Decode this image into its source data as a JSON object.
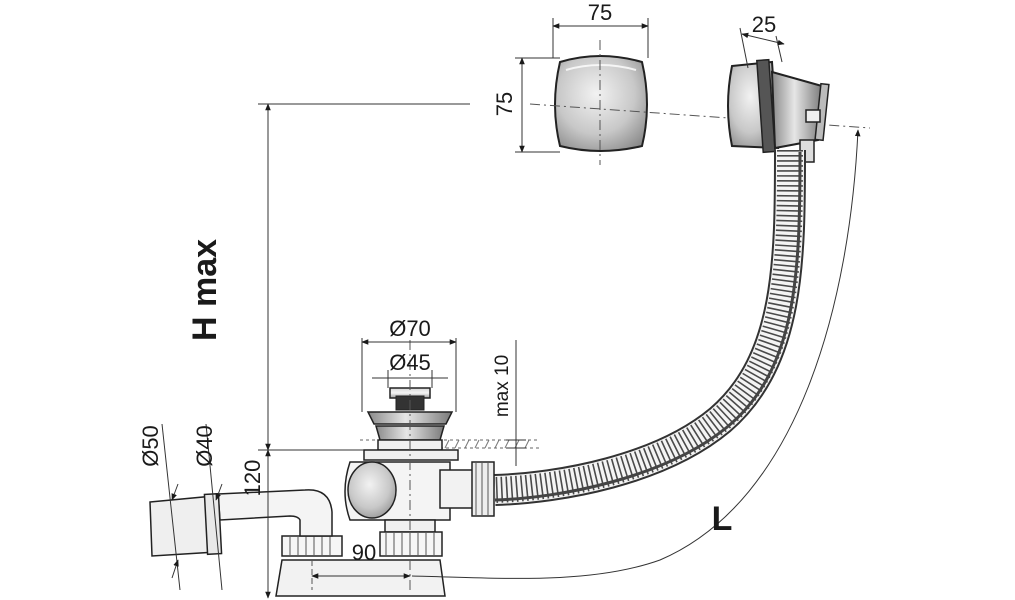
{
  "dimensions": {
    "cap_width": "75",
    "cap_height": "75",
    "overflow_depth": "25",
    "h_max": "H max",
    "waste_dia_outer": "Ø70",
    "waste_dia_inner": "Ø45",
    "max_thickness": "max 10",
    "pipe_dia_outer": "Ø50",
    "pipe_dia_inner": "Ø40",
    "trap_height": "120",
    "trap_offset": "90",
    "length": "L"
  }
}
